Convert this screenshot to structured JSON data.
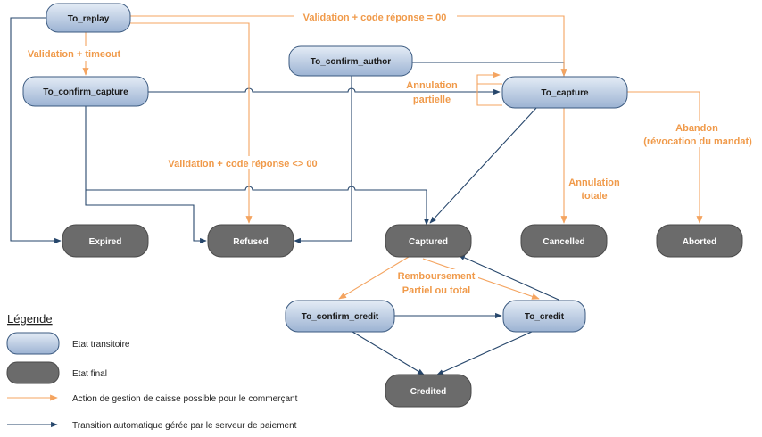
{
  "states": {
    "to_replay": "To_replay",
    "to_confirm_capture": "To_confirm_capture",
    "to_confirm_author": "To_confirm_author",
    "to_capture": "To_capture",
    "expired": "Expired",
    "refused": "Refused",
    "captured": "Captured",
    "cancelled": "Cancelled",
    "aborted": "Aborted",
    "to_confirm_credit": "To_confirm_credit",
    "to_credit": "To_credit",
    "credited": "Credited"
  },
  "edge_labels": {
    "validation_timeout": "Validation + timeout",
    "validation_code_00": "Validation + code réponse = 00",
    "validation_code_not_00": "Validation + code réponse <> 00",
    "annulation_partielle_1": "Annulation",
    "annulation_partielle_2": "partielle",
    "abandon_1": "Abandon",
    "abandon_2": "(révocation du mandat)",
    "annulation_totale_1": "Annulation",
    "annulation_totale_2": "totale",
    "remboursement_1": "Remboursement",
    "remboursement_2": "Partiel ou total"
  },
  "legend": {
    "title": "Légende",
    "transient": "Etat transitoire",
    "final": "Etat final",
    "merchant_action": "Action de gestion de caisse possible pour le commerçant",
    "auto_transition": "Transition automatique gérée par le serveur de paiement"
  },
  "colors": {
    "transient_fill_top": "#dfe8f4",
    "transient_fill_bottom": "#9fb6d6",
    "final_fill": "#6b6b6b",
    "auto_arrow": "#26466b",
    "merchant_arrow": "#f4a460",
    "edge_label": "#f09a4a"
  }
}
